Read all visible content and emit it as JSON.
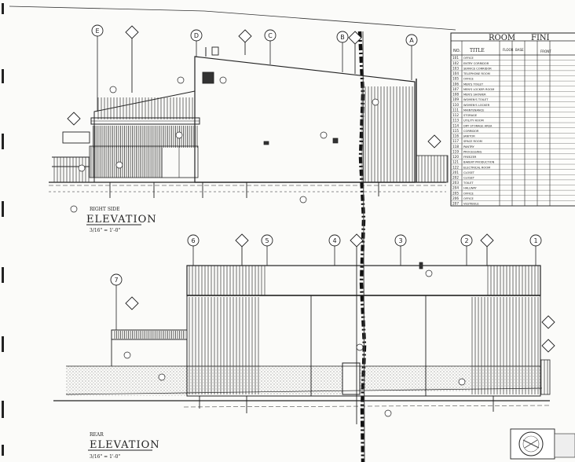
{
  "drawing": {
    "upper_elevation": {
      "subtitle": "RIGHT SIDE",
      "title": "ELEVATION",
      "scale": "3/16\" = 1'-0\"",
      "gridlines": [
        "E",
        "D",
        "C",
        "B",
        "A"
      ]
    },
    "lower_elevation": {
      "subtitle": "REAR",
      "title": "ELEVATION",
      "scale": "3/16\" = 1'-0\"",
      "gridlines": [
        "7",
        "6",
        "5",
        "4",
        "3",
        "2",
        "1"
      ]
    }
  },
  "room_finish_schedule": {
    "title": "ROOM",
    "title_cut": "FINI",
    "headers": [
      "NO.",
      "TITLE",
      "FLOOR",
      "BASE",
      "FRONT"
    ],
    "rows": [
      {
        "no": "101",
        "title": "OFFICE"
      },
      {
        "no": "102",
        "title": "ENTRY CORRIDOR"
      },
      {
        "no": "103",
        "title": "SERVICE CORRIDOR"
      },
      {
        "no": "104",
        "title": "TELEPHONE ROOM"
      },
      {
        "no": "105",
        "title": "OFFICE"
      },
      {
        "no": "106",
        "title": "MEN'S TOILET"
      },
      {
        "no": "107",
        "title": "MEN'S LOCKER ROOM"
      },
      {
        "no": "108",
        "title": "MEN'S SHOWER"
      },
      {
        "no": "109",
        "title": "WOMEN'S TOILET"
      },
      {
        "no": "110",
        "title": "WOMEN'S LOCKER"
      },
      {
        "no": "111",
        "title": "MAINTENANCE"
      },
      {
        "no": "112",
        "title": "STORAGE"
      },
      {
        "no": "113",
        "title": "UTILITY ROOM"
      },
      {
        "no": "114",
        "title": "DRY STORAGE AREA"
      },
      {
        "no": "115",
        "title": "CORRIDOR"
      },
      {
        "no": "116",
        "title": "JANITOR"
      },
      {
        "no": "117",
        "title": "SPACE ROOM"
      },
      {
        "no": "118",
        "title": "PANTRY"
      },
      {
        "no": "119",
        "title": "PROCESSING"
      },
      {
        "no": "120",
        "title": "FREEZER"
      },
      {
        "no": "121",
        "title": "BAKERY PRODUCTION"
      },
      {
        "no": "122",
        "title": "ELECTRICAL ROOM"
      },
      {
        "no": "201",
        "title": "CLOSET"
      },
      {
        "no": "202",
        "title": "CLOSET"
      },
      {
        "no": "203",
        "title": "TOILET"
      },
      {
        "no": "204",
        "title": "HALLWAY"
      },
      {
        "no": "205",
        "title": "OFFICE"
      },
      {
        "no": "206",
        "title": "OFFICE"
      },
      {
        "no": "207",
        "title": "VESTIBULE"
      }
    ]
  }
}
